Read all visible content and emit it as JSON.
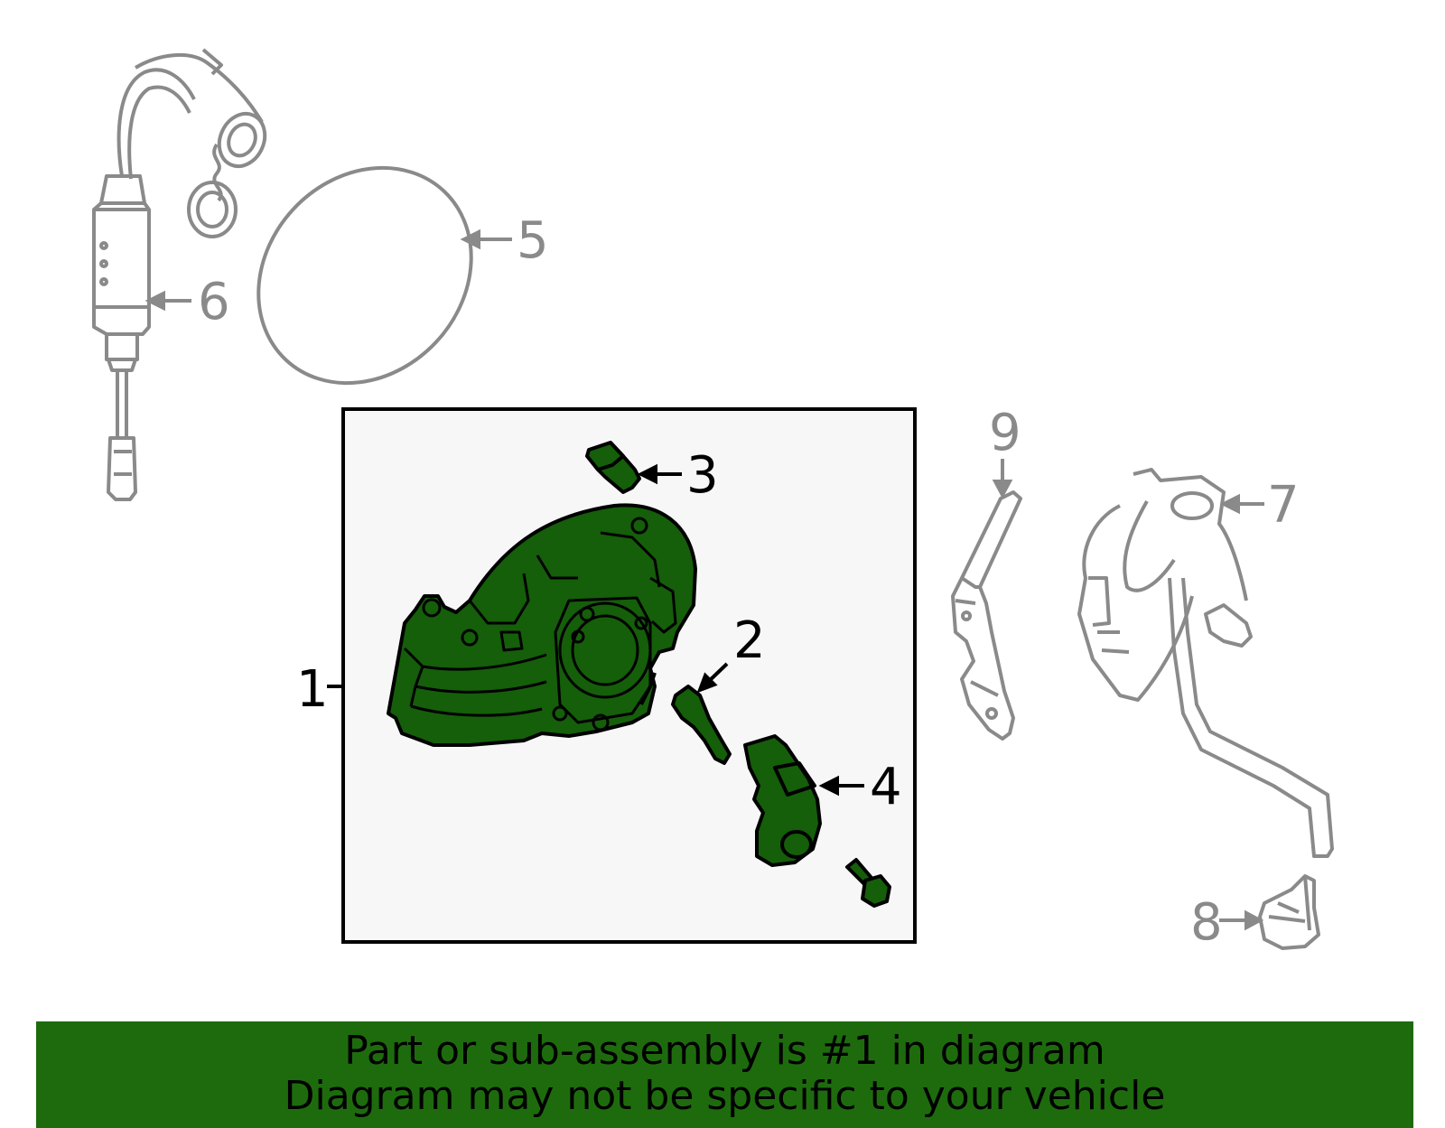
{
  "callouts": {
    "c1": "1",
    "c2": "2",
    "c3": "3",
    "c4": "4",
    "c5": "5",
    "c6": "6",
    "c7": "7",
    "c8": "8",
    "c9": "9"
  },
  "banner": {
    "line1": "Part or sub-assembly is #1 in diagram",
    "line2": "Diagram may not be specific to your vehicle"
  },
  "colors": {
    "highlight": "#1e6b0e",
    "part_green": "#155e0a",
    "secondary_gray": "#8a8a8a",
    "box_fill": "#f7f7f7"
  }
}
